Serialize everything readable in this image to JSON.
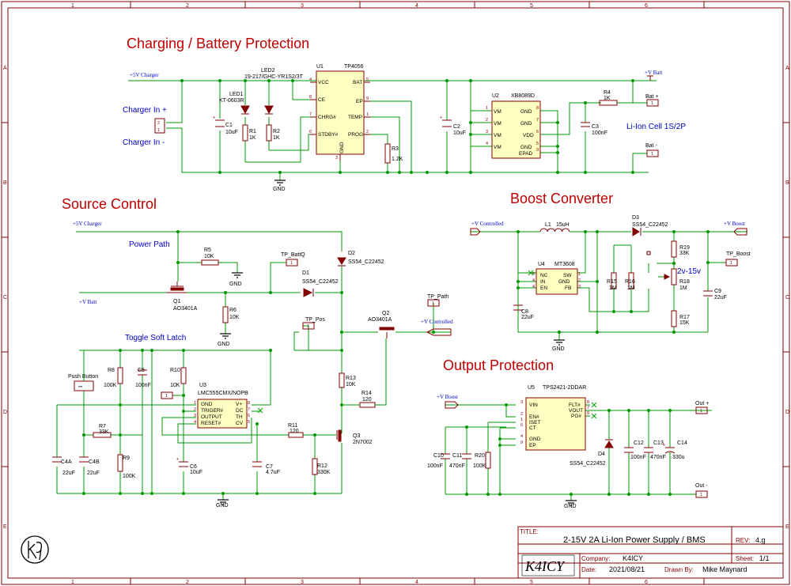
{
  "sections": {
    "charging": "Charging / Battery Protection",
    "source": "Source Control",
    "boost": "Boost Converter",
    "output": "Output Protection",
    "power_path": "Power Path",
    "toggle": "Toggle Soft Latch"
  },
  "frame": {
    "cols": [
      "1",
      "2",
      "3",
      "4",
      "5",
      "6"
    ],
    "rows": [
      "A",
      "B",
      "C",
      "D",
      "E"
    ]
  },
  "labels": {
    "vchg1": "+5V Charger",
    "vchg2": "+5V Charger",
    "vbat1": "+V Batt",
    "vbat2": "+V Batt",
    "vctl1": "+V Controlled",
    "vctl2": "+V Controlled",
    "vboost1": "+V Boost",
    "vboost2": "+V Boost",
    "chgin_p": "Charger In +",
    "chgin_n": "Charger In -",
    "cell": "Li-Ion Cell 1S/2P",
    "gnd": "GND",
    "tp_batt": "TP_BattQ",
    "tp_pos": "TP_Pos",
    "tp_path": "TP_Path",
    "tp_boost": "TP_Boost",
    "bat_p": "Bat +",
    "bat_n": "Bat -",
    "out_p": "Out +",
    "out_n": "Out -",
    "range": "2v-15v",
    "pushbtn": "Push Button"
  },
  "parts": {
    "u1": "U1",
    "u1v": "TP4056",
    "u2": "U2",
    "u2v": "XB8089D",
    "u3": "U3",
    "u3v": "LMC555CMX/NOPB",
    "u4": "U4",
    "u4v": "MT3608",
    "u5": "U5",
    "u5v": "TPS2421-2DDAR",
    "led1": "LED1",
    "led1v": "KT-0603R",
    "led2": "LED2",
    "led2v": "19-217/GHC-YR1S2/3T",
    "r1": "R1",
    "r1v": "1K",
    "r2": "R2",
    "r2v": "1K",
    "r3": "R3",
    "r3v": "1.2K",
    "r4": "R4",
    "r4v": "1K",
    "r5": "R5",
    "r5v": "10K",
    "r6": "R6",
    "r6v": "10K",
    "r7": "R7",
    "r7v": "33K",
    "r8": "R8",
    "r8v": "100K",
    "r9": "R9",
    "r9v": "100K",
    "r10": "R10",
    "r10v": "10K",
    "r11": "R11",
    "r11v": "120",
    "r12": "R12",
    "r12v": "330K",
    "r13": "R13",
    "r13v": "10K",
    "r14": "R14",
    "r14v": "120",
    "r15": "R15",
    "r15v": "1M",
    "r16": "R16",
    "r16v": "1M",
    "r17": "R17",
    "r17v": "15K",
    "r18": "R18",
    "r18v": "1M",
    "r19": "R19",
    "r19v": "33K",
    "r20": "R20",
    "r20v": "100K",
    "c1": "C1",
    "c1v": "10uF",
    "c2": "C2",
    "c2v": "10uF",
    "c3": "C3",
    "c3v": "100nF",
    "c4a": "C4A",
    "c4av": "22uF",
    "c4b": "C4B",
    "c4bv": "22uF",
    "c5": "C5",
    "c5v": "100nF",
    "c6": "C6",
    "c6v": "10uF",
    "c7": "C7",
    "c7v": "4.7uF",
    "c8": "C8",
    "c8v": "22uF",
    "c9": "C9",
    "c9v": "22uF",
    "c10": "C10",
    "c10v": "100nF",
    "c11": "C11",
    "c11v": "470nF",
    "c12": "C12",
    "c12v": "100nF",
    "c13": "C13",
    "c13v": "470nF",
    "c14": "C14",
    "c14v": "330u",
    "d1": "D1",
    "d1v": "SS54_C22452",
    "d2": "D2",
    "d2v": "SS54_C22452",
    "d3": "D3",
    "d3v": "SS54_C22452",
    "d4": "D4",
    "d4v": "SS54_C22452",
    "q1": "Q1",
    "q1v": "AO3401A",
    "q2": "Q2",
    "q2v": "AO3401A",
    "q3": "Q3",
    "q3v": "2N7002",
    "l1": "L1",
    "l1v": "15uH"
  },
  "pins": {
    "u1": [
      "VCC",
      "CE",
      "CHRG#",
      "STDBY#",
      "BAT",
      "EP",
      "TEMP",
      "PROG",
      "GND"
    ],
    "u2": [
      "VM",
      "VM",
      "VM",
      "VM",
      "GND",
      "GND",
      "VDD",
      "GND",
      "EPAD"
    ],
    "u3": [
      "GND",
      "TRIGER#",
      "OUTPUT",
      "RESET#",
      "V+",
      "DC",
      "TH",
      "CV"
    ],
    "u4": [
      "NC",
      "IN",
      "EN",
      "SW",
      "GND",
      "FB"
    ],
    "u5": [
      "VIN",
      "EN#",
      "ISET",
      "CT",
      "GND",
      "EP",
      "FLT#",
      "VOUT",
      "PG#"
    ]
  },
  "titleblock": {
    "title_label": "TITLE:",
    "title": "2-15V 2A Li-Ion Power Supply / BMS",
    "rev_label": "REV:",
    "rev": "4.g",
    "company_label": "Company:",
    "company": "K4ICY",
    "sheet_label": "Sheet:",
    "sheet": "1/1",
    "date_label": "Date:",
    "date": "2021/08/21",
    "drawn_label": "Drawn By:",
    "drawn": "Mike Maynard",
    "logo_text": "K4ICY"
  }
}
